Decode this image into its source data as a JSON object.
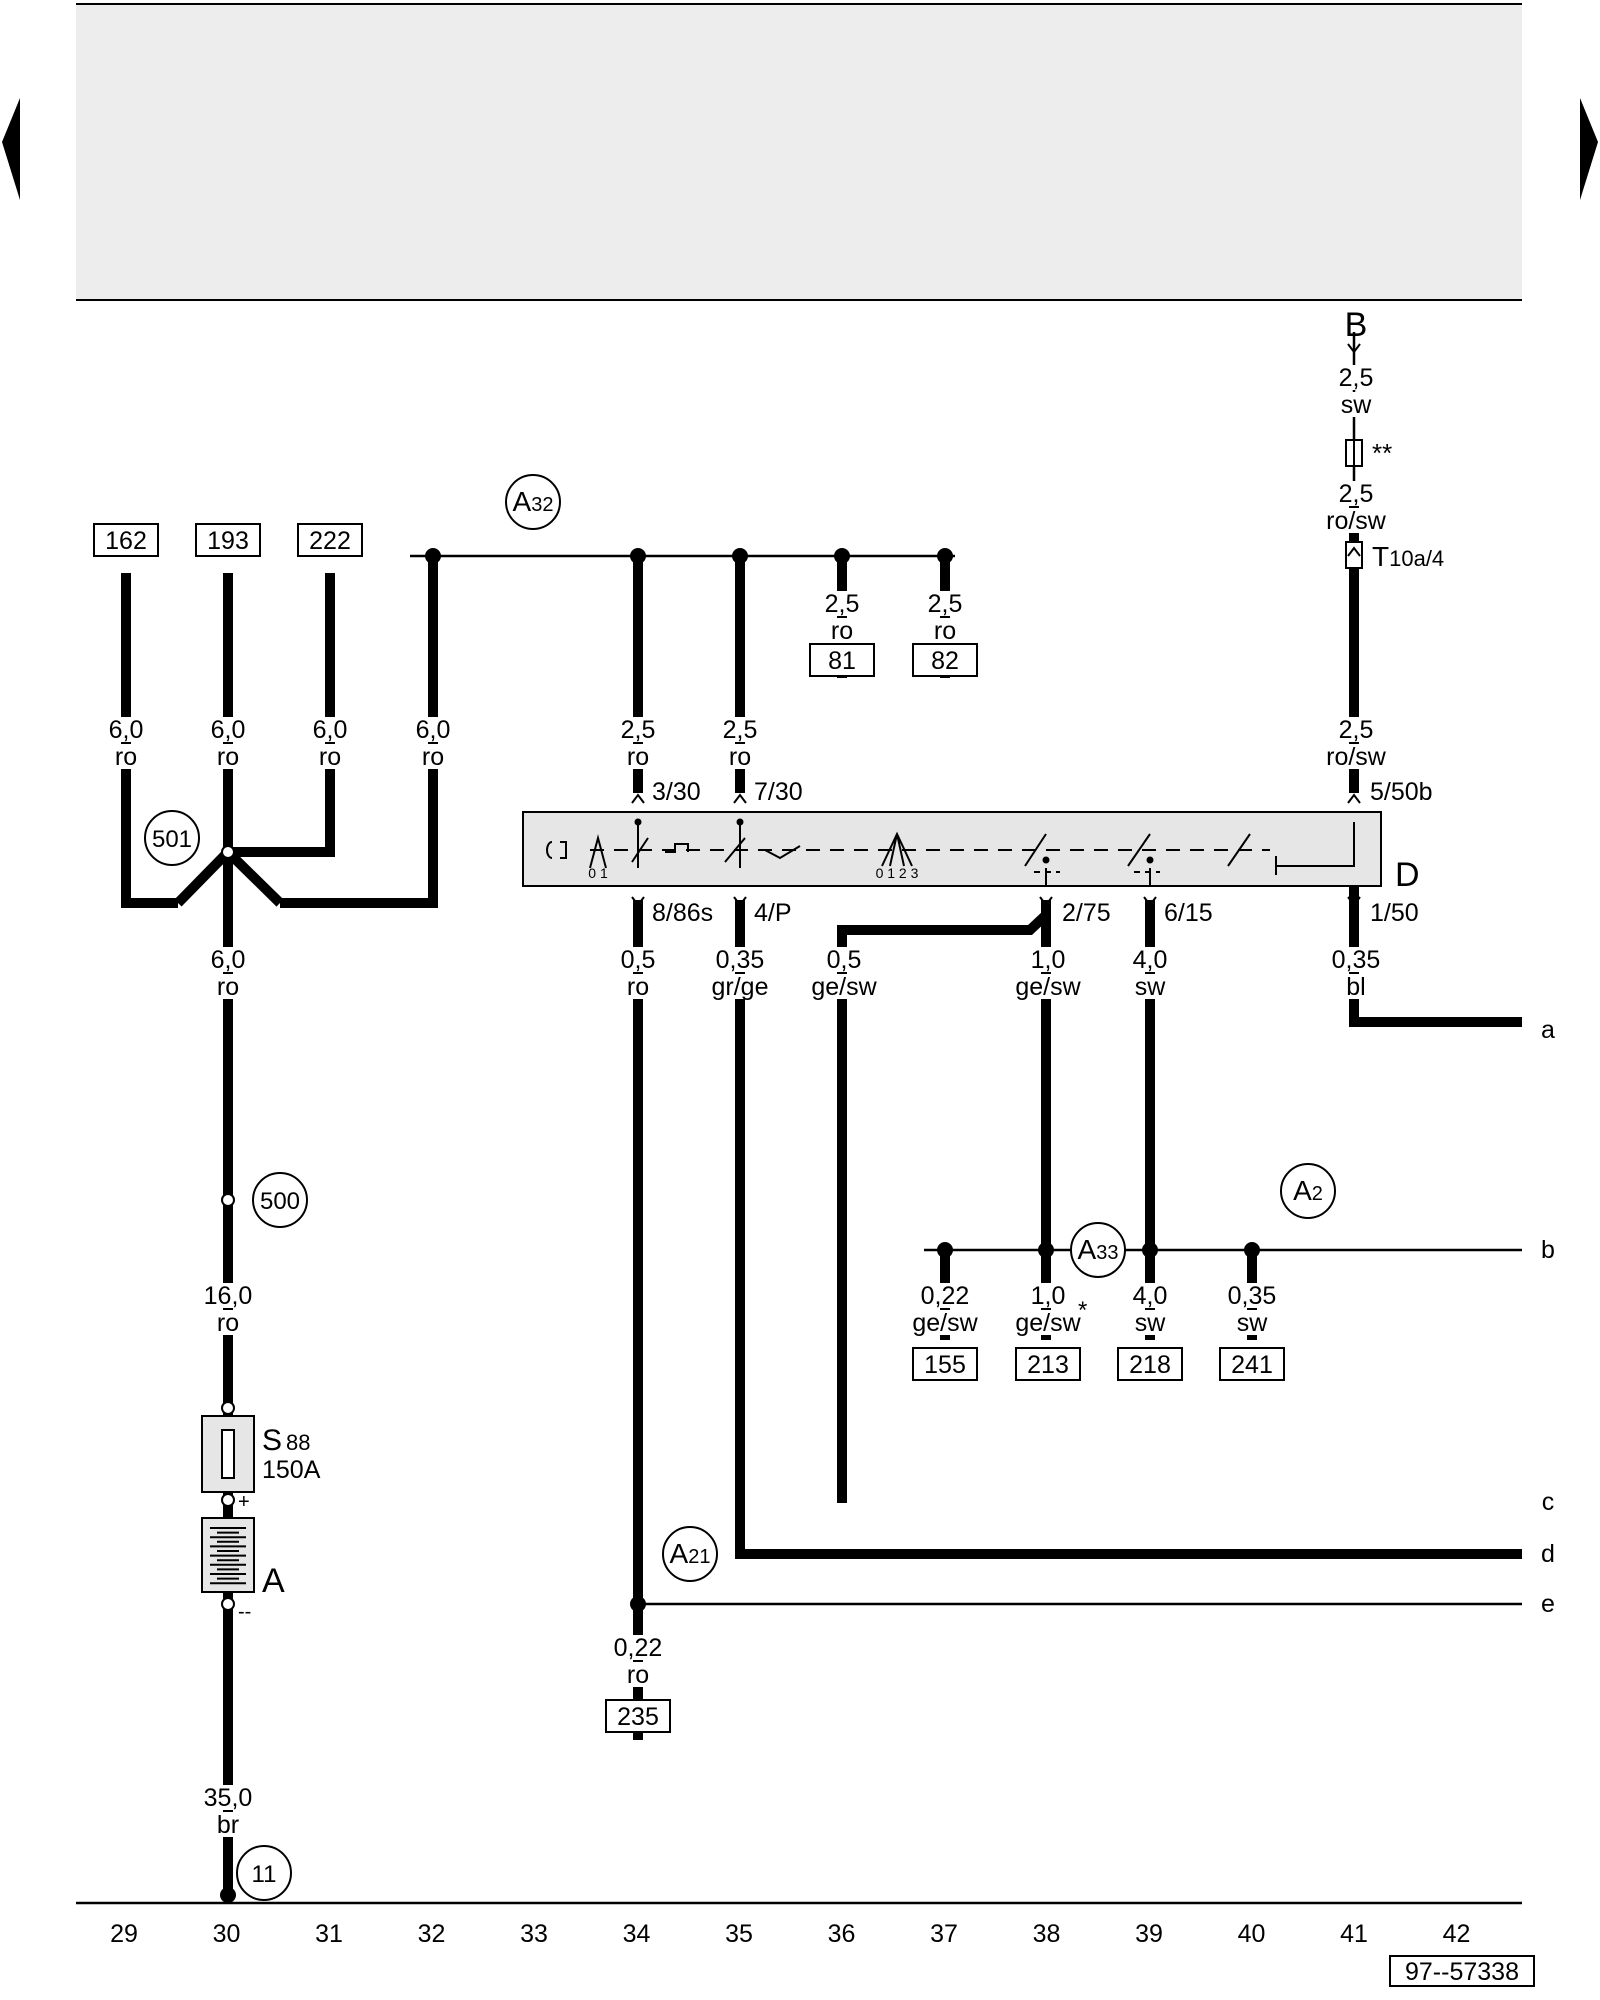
{
  "nav": {
    "prev_arrow_icon": "triangle-left-icon",
    "next_arrow_icon": "triangle-right-icon"
  },
  "connectors": {
    "c162": "162",
    "c193": "193",
    "c222": "222",
    "c81": "81",
    "c82": "82",
    "c155": "155",
    "c213": "213",
    "c218": "218",
    "c241": "241",
    "c235": "235"
  },
  "nodes": {
    "a32": "A32",
    "a2": "A2",
    "a33": "A33",
    "a21": "A21",
    "n501": "501",
    "n500": "500",
    "n11": "11"
  },
  "wires": {
    "w162": [
      "6,0",
      "ro"
    ],
    "w193": [
      "6,0",
      "ro"
    ],
    "w222": [
      "6,0",
      "ro"
    ],
    "wa32": [
      "6,0",
      "ro"
    ],
    "w81": [
      "2,5",
      "ro"
    ],
    "w82": [
      "2,5",
      "ro"
    ],
    "w30in": [
      "2,5",
      "ro"
    ],
    "w730in": [
      "2,5",
      "ro"
    ],
    "wB": [
      "2,5",
      "sw"
    ],
    "wrosw1": [
      "2,5",
      "ro/sw"
    ],
    "wrosw2": [
      "2,5",
      "ro/sw"
    ],
    "w86s": [
      "0,5",
      "ro"
    ],
    "w4p": [
      "0,35",
      "gr/ge"
    ],
    "wgesw": [
      "0,5",
      "ge/sw"
    ],
    "w75": [
      "1,0",
      "ge/sw"
    ],
    "w15": [
      "4,0",
      "sw"
    ],
    "w50": [
      "0,35",
      "bl"
    ],
    "w501": [
      "6,0",
      "ro"
    ],
    "w500": [
      "16,0",
      "ro"
    ],
    "w155": [
      "0,22",
      "ge/sw"
    ],
    "w213": [
      "1,0",
      "ge/sw"
    ],
    "w218": [
      "4,0",
      "sw"
    ],
    "w241": [
      "0,35",
      "sw"
    ],
    "w235": [
      "0,22",
      "ro"
    ],
    "wgnd": [
      "35,0",
      "br"
    ]
  },
  "pins": {
    "p330": "3/30",
    "p730": "7/30",
    "p550b": "5/50b",
    "p86s": "8/86s",
    "p4p": "4/P",
    "p275": "2/75",
    "p615": "6/15",
    "p150": "1/50"
  },
  "switch": {
    "label": "D",
    "pos_a": "0 1",
    "pos_b": "0 1 2 3"
  },
  "fuse": {
    "letter": "S",
    "number": "88",
    "rating": "150A"
  },
  "battery": {
    "label": "A",
    "plus": "+",
    "minus": "--"
  },
  "terminal_b": {
    "label": "B",
    "fuse_mark": "**",
    "connector_letter": "T",
    "connector_rest": "10a/4"
  },
  "star_mark": "*",
  "edge_refs": [
    "a",
    "b",
    "c",
    "d",
    "e"
  ],
  "grid_numbers": [
    "29",
    "30",
    "31",
    "32",
    "33",
    "34",
    "35",
    "36",
    "37",
    "38",
    "39",
    "40",
    "41",
    "42"
  ],
  "figure_id": "97--57338"
}
